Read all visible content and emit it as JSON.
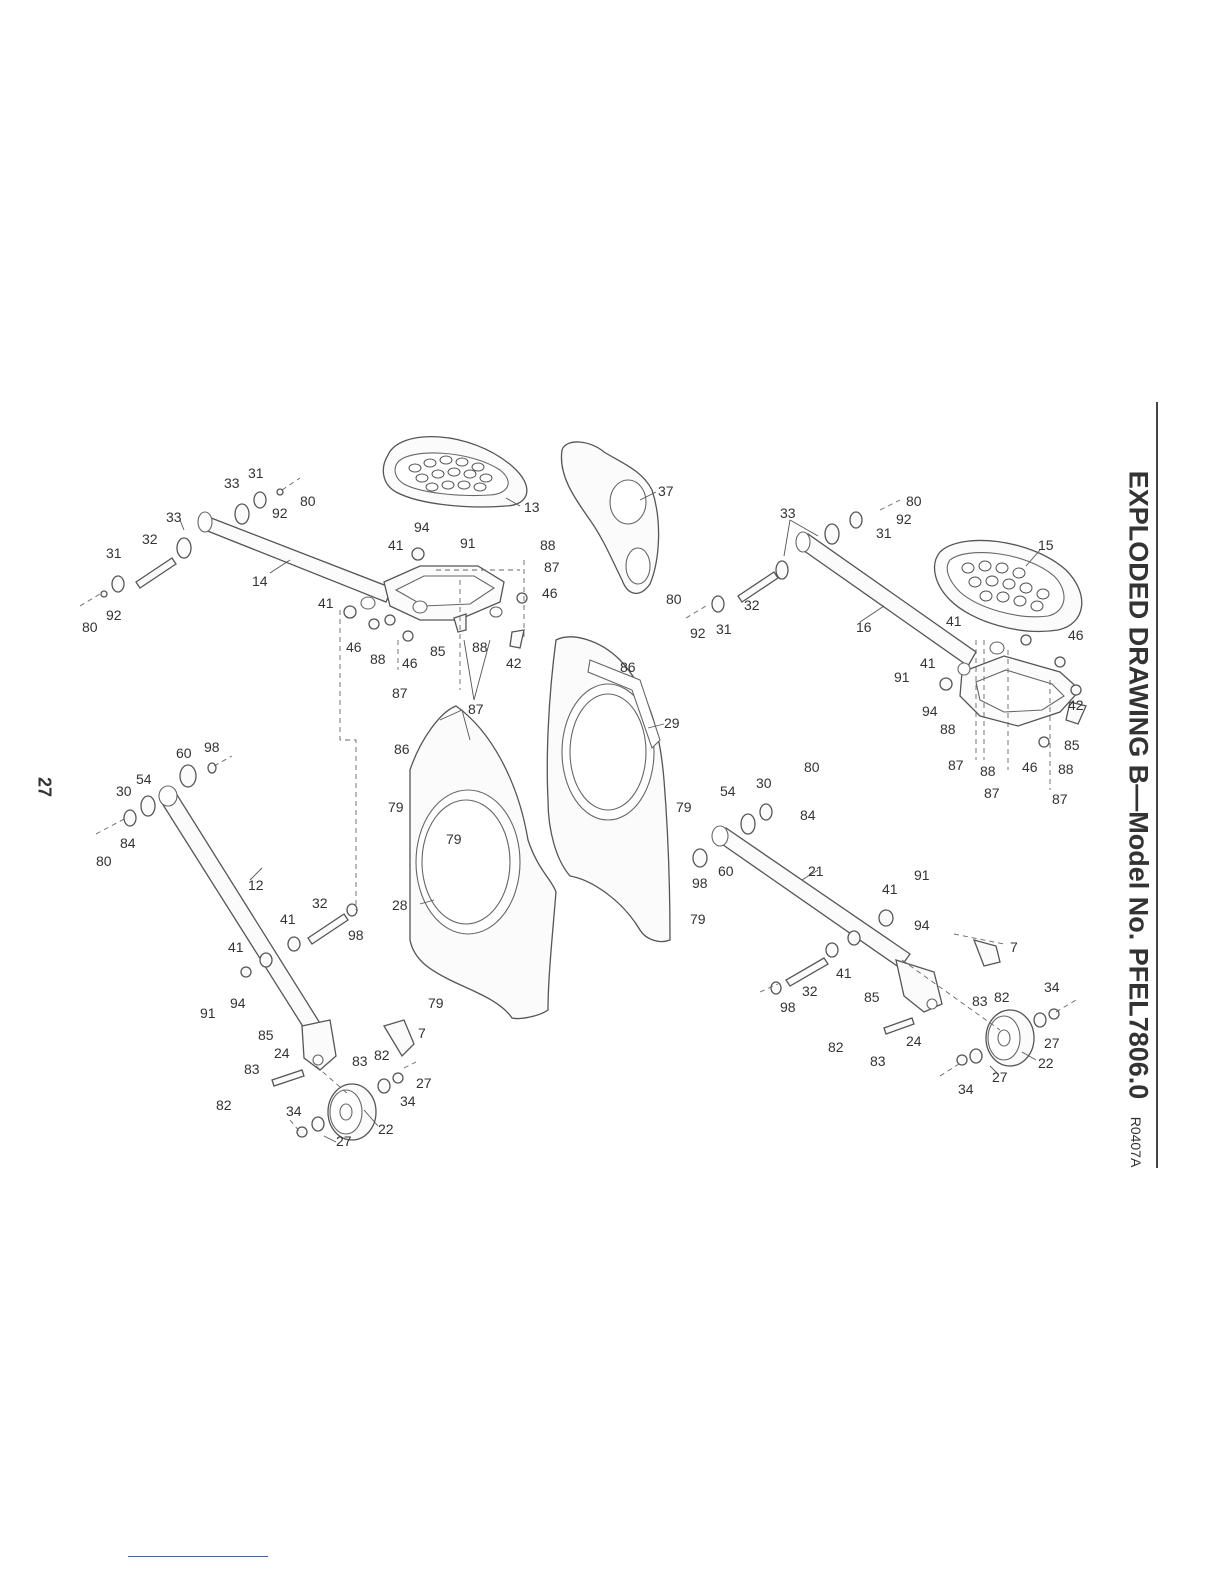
{
  "title": "EXPLODED DRAWING B—Model No. PFEL7806.0",
  "page_number": "27",
  "drawing_code": "R0407A",
  "colors": {
    "ink": "#333333",
    "footer_rule": "#3a5fc8"
  },
  "part_labels": [
    "13",
    "37",
    "15",
    "31",
    "33",
    "92",
    "80",
    "33",
    "32",
    "31",
    "92",
    "80",
    "14",
    "41",
    "94",
    "91",
    "88",
    "87",
    "46",
    "41",
    "46",
    "88",
    "46",
    "85",
    "88",
    "42",
    "87",
    "87",
    "33",
    "80",
    "92",
    "31",
    "32",
    "31",
    "92",
    "80",
    "16",
    "41",
    "46",
    "41",
    "91",
    "94",
    "42",
    "88",
    "85",
    "87",
    "88",
    "46",
    "88",
    "87",
    "87",
    "86",
    "29",
    "60",
    "98",
    "54",
    "30",
    "84",
    "80",
    "12",
    "86",
    "79",
    "79",
    "28",
    "32",
    "98",
    "41",
    "41",
    "91",
    "94",
    "79",
    "79",
    "98",
    "60",
    "54",
    "30",
    "80",
    "84",
    "79",
    "21",
    "41",
    "91",
    "94",
    "7",
    "32",
    "41",
    "98",
    "85",
    "83",
    "82",
    "34",
    "27",
    "22",
    "82",
    "83",
    "24",
    "27",
    "34",
    "85",
    "7",
    "83",
    "82",
    "24",
    "83",
    "82",
    "34",
    "27",
    "34",
    "22",
    "27"
  ]
}
